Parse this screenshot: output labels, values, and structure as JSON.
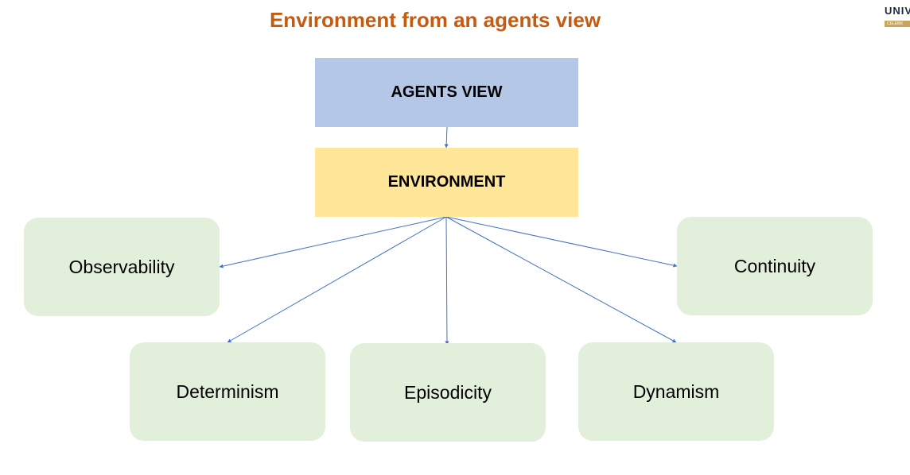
{
  "title": "Environment from an agents view",
  "logo": {
    "text": "UNIV",
    "band_text": "CELEBR"
  },
  "nodes": {
    "agents_view": "AGENTS VIEW",
    "environment": "ENVIRONMENT",
    "observability": "Observability",
    "continuity": "Continuity",
    "determinism": "Determinism",
    "episodicity": "Episodicity",
    "dynamism": "Dynamism"
  },
  "colors": {
    "title": "#c55a11",
    "agents_view_fill": "#b4c7e7",
    "environment_fill": "#ffe699",
    "leaf_fill": "#e2efda",
    "connector": "#4472c4"
  }
}
